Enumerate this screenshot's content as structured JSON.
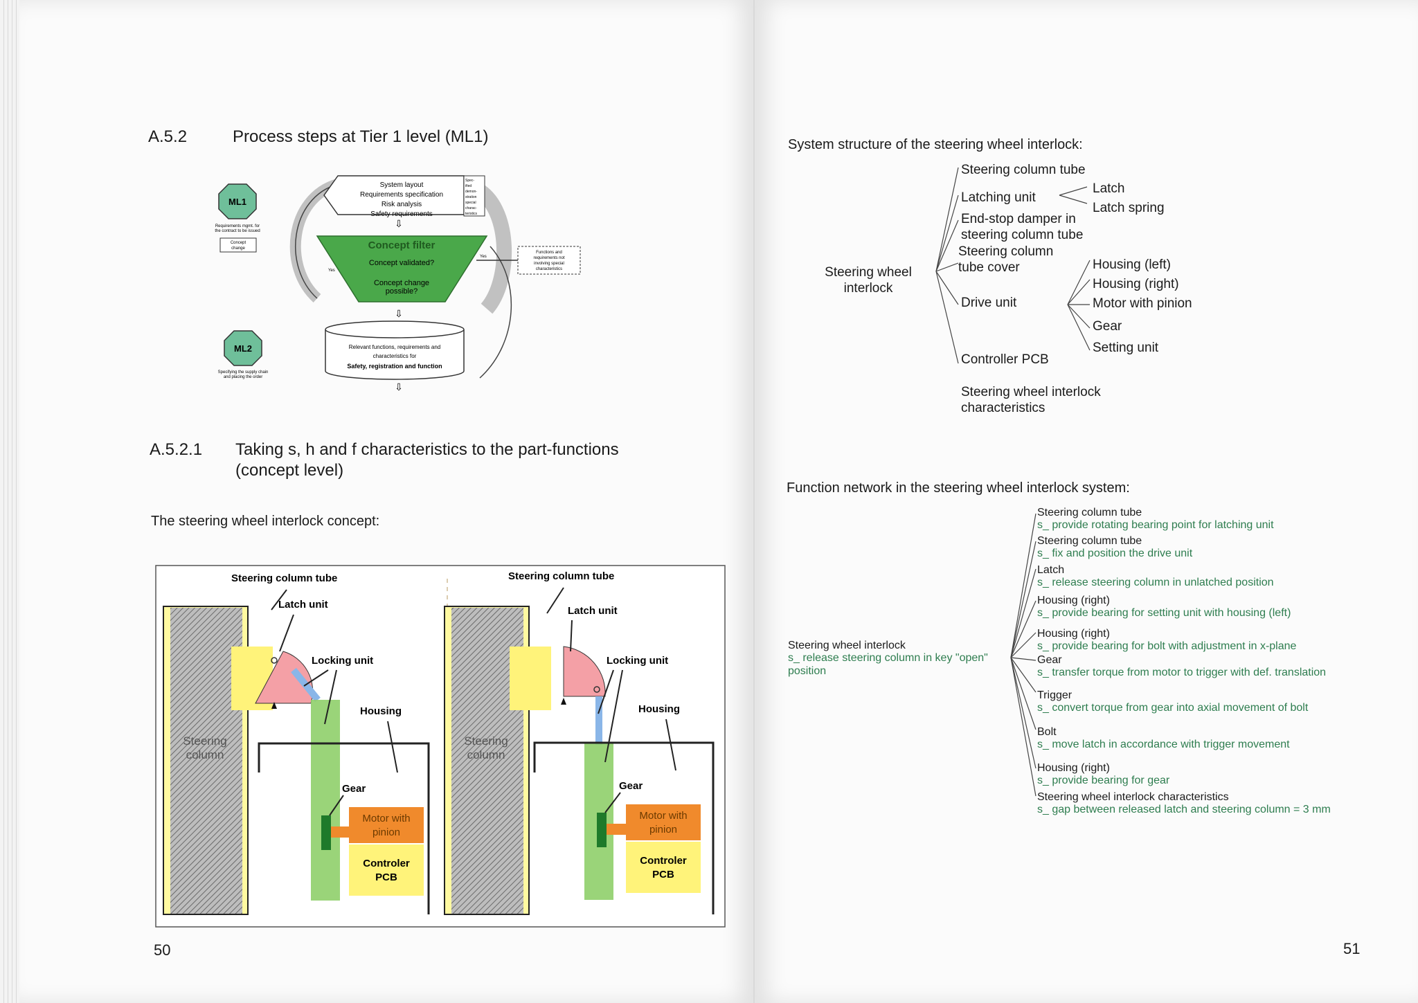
{
  "left_page": {
    "section_number": "A.5.2",
    "section_title": "Process steps at Tier 1 level (ML1)",
    "flow": {
      "ml1": "ML1",
      "ml1_caption_1": "Requirements mgmt. for",
      "ml1_caption_2": "the contract to be issued",
      "concept_change_1": "Concept",
      "concept_change_2": "change",
      "ml2": "ML2",
      "ml2_caption_1": "Specifying the supply chain",
      "ml2_caption_2": "and placing the order",
      "box_lines": [
        "System layout",
        "Requirements specification",
        "Risk analysis",
        "Safety requirements"
      ],
      "side_tab": [
        "Spec-",
        "ified",
        "demon-",
        "stration",
        "special",
        "charac-",
        "teristics"
      ],
      "filter_title": "Concept filter",
      "filter_q1": "Concept validated?",
      "filter_q2_1": "Concept change",
      "filter_q2_2": "possible?",
      "yes_left": "Yes",
      "yes_right": "Yes",
      "dashed_box": [
        "Functions and",
        "requirements not",
        "involving special",
        "characteristics"
      ],
      "cyl_1": "Relevant functions, requirements and",
      "cyl_2": "characteristics for",
      "cyl_3": "Safety, registration and function"
    },
    "subsection_number": "A.5.2.1",
    "subsection_title_1": "Taking s, h and f characteristics to the part-functions",
    "subsection_title_2": "(concept level)",
    "concept_caption": "The steering wheel interlock concept:",
    "diagram": {
      "steering_column_tube": "Steering column tube",
      "latch_unit": "Latch unit",
      "locking_unit": "Locking unit",
      "housing": "Housing",
      "gear": "Gear",
      "motor_1": "Motor with",
      "motor_2": "pinion",
      "pcb_1": "Controler",
      "pcb_2": "PCB",
      "column_1": "Steering",
      "column_2": "column"
    },
    "page_number": "50"
  },
  "right_page": {
    "structure_title": "System structure of the steering wheel interlock:",
    "root_1": "Steering wheel",
    "root_2": "interlock",
    "level1": [
      "Steering column tube",
      "Latching unit",
      "End-stop damper in",
      "steering column tube",
      "Steering column",
      "tube cover",
      "Drive unit",
      "Controller PCB",
      "Steering wheel interlock",
      "characteristics"
    ],
    "latch_children": [
      "Latch",
      "Latch spring"
    ],
    "drive_children": [
      "Housing (left)",
      "Housing (right)",
      "Motor with pinion",
      "Gear",
      "Setting unit"
    ],
    "network_title": "Function network in the steering wheel interlock system:",
    "network_root": "Steering wheel interlock",
    "network_root_fn_1": "s_ release steering column in key \"open\"",
    "network_root_fn_2": "position",
    "functions": [
      {
        "name": "Steering column tube",
        "fn": "s_ provide rotating bearing point for latching unit"
      },
      {
        "name": "Steering column tube",
        "fn": "s_ fix and position the drive unit"
      },
      {
        "name": "Latch",
        "fn": "s_ release steering column in unlatched position"
      },
      {
        "name": "Housing (right)",
        "fn": "s_ provide bearing for setting unit with housing (left)"
      },
      {
        "name": "Housing (right)",
        "fn": "s_ provide bearing for bolt with adjustment in x-plane"
      },
      {
        "name": "Gear",
        "fn": "s_ transfer torque from motor to trigger with def. translation"
      },
      {
        "name": "Trigger",
        "fn": "s_ convert torque from gear into axial movement of bolt"
      },
      {
        "name": "Bolt",
        "fn": "s_ move latch in accordance with trigger movement"
      },
      {
        "name": "Housing (right)",
        "fn": "s_ provide bearing for gear"
      },
      {
        "name": "Steering wheel interlock characteristics",
        "fn": "s_ gap between released latch and steering column = 3 mm"
      }
    ],
    "page_number": "51"
  },
  "colors": {
    "green_text": "#2e7d4f",
    "filter_green": "#4aa84a",
    "octagon": "#6fbf9a",
    "motor_orange": "#f08a2c",
    "pcb_yellow": "#fff37a",
    "latch_pink": "#f4a0a6",
    "lock_green": "#8fcf6a"
  }
}
